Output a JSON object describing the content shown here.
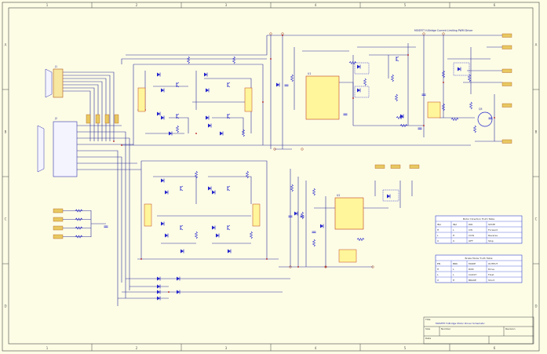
{
  "sheet": {
    "background": "#fdfde6",
    "wire_color": "#2a2a9c",
    "component_color": "#2222cc",
    "ic_fill": "#fff59a",
    "port_fill": "#e8c860",
    "junction_color": "#b01010",
    "zones_top": [
      "1",
      "2",
      "3",
      "4",
      "5",
      "6"
    ],
    "zones_side": [
      "A",
      "B",
      "C",
      "D"
    ]
  },
  "labels": {
    "top_note": "MOSFET H-Bridge Current Limiting PWM Driver",
    "ic_u1": "U1",
    "ic_u2": "U2",
    "connector_j1": "J1",
    "connector_j2": "J2",
    "q_main": "Q5"
  },
  "tables": [
    {
      "title": "Motor Direction Truth Table",
      "headers": [
        "IN1",
        "IN2",
        "DIR",
        "STATE"
      ],
      "rows": [
        [
          "H",
          "L",
          "CW",
          "Forward"
        ],
        [
          "L",
          "H",
          "CCW",
          "Reverse"
        ],
        [
          "X",
          "X",
          "OFF",
          "Stop"
        ]
      ]
    },
    {
      "title": "Brake Mode Truth Table",
      "headers": [
        "EN",
        "BRK",
        "MODE",
        "OUTPUT"
      ],
      "rows": [
        [
          "H",
          "L",
          "RUN",
          "Drive"
        ],
        [
          "L",
          "L",
          "COAST",
          "Float"
        ],
        [
          "X",
          "H",
          "BRAKE",
          "Short"
        ]
      ]
    }
  ],
  "title_block": {
    "title_label": "Title",
    "title": "MOSFET H-Bridge Motor Driver Schematic",
    "size_label": "Size",
    "number_label": "Number",
    "revision_label": "Revision",
    "date_label": "Date"
  }
}
